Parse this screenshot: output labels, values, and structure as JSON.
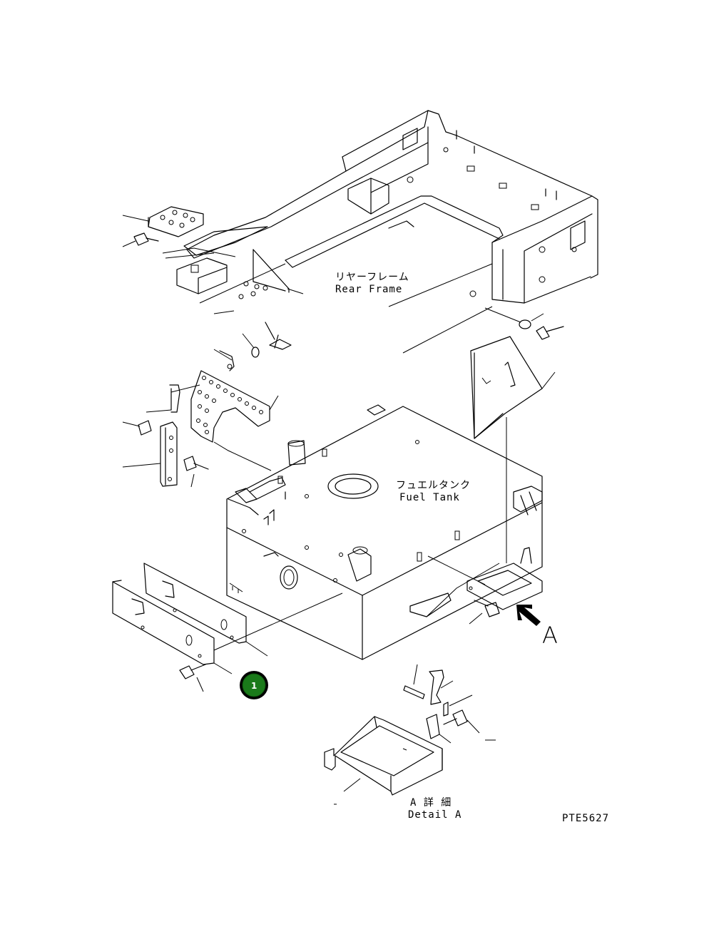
{
  "labels": {
    "rear_frame_jp": "リヤーフレーム",
    "rear_frame_en": "Rear Frame",
    "fuel_tank_jp": "フュエルタンク",
    "fuel_tank_en": "Fuel Tank",
    "view_letter": "A",
    "detail_jp": "A 詳 細",
    "detail_en": "Detail A",
    "drawing_code": "PTE5627"
  },
  "callouts": [
    {
      "number": "1",
      "color": "#1a7a1a"
    }
  ],
  "colors": {
    "line": "#000000",
    "background": "#ffffff",
    "callout_fill": "#1a7a1a"
  }
}
